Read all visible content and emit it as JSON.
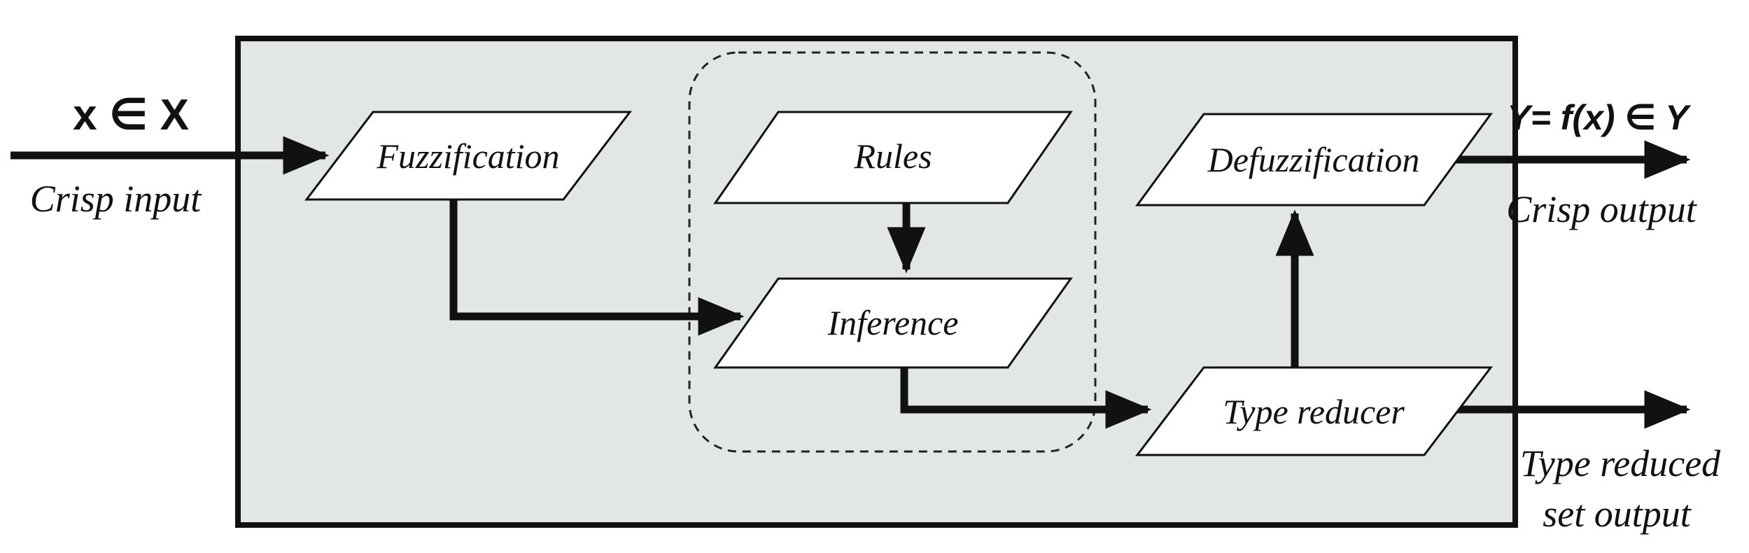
{
  "diagram": {
    "input": {
      "symbol": "x ∈ X",
      "label": "Crisp input"
    },
    "blocks": {
      "fuzzification": "Fuzzification",
      "rules": "Rules",
      "inference": "Inference",
      "defuzzification": "Defuzzification",
      "type_reducer": "Type reducer"
    },
    "outputs": {
      "crisp_symbol": "Y= f(x) ∈ Y",
      "crisp_label": "Crisp output",
      "reduced_label_line1": "Type reduced",
      "reduced_label_line2": "set output"
    },
    "colors": {
      "system_fill": "#e2e6e6",
      "stroke": "#111111",
      "block_fill": "#ffffff"
    }
  }
}
